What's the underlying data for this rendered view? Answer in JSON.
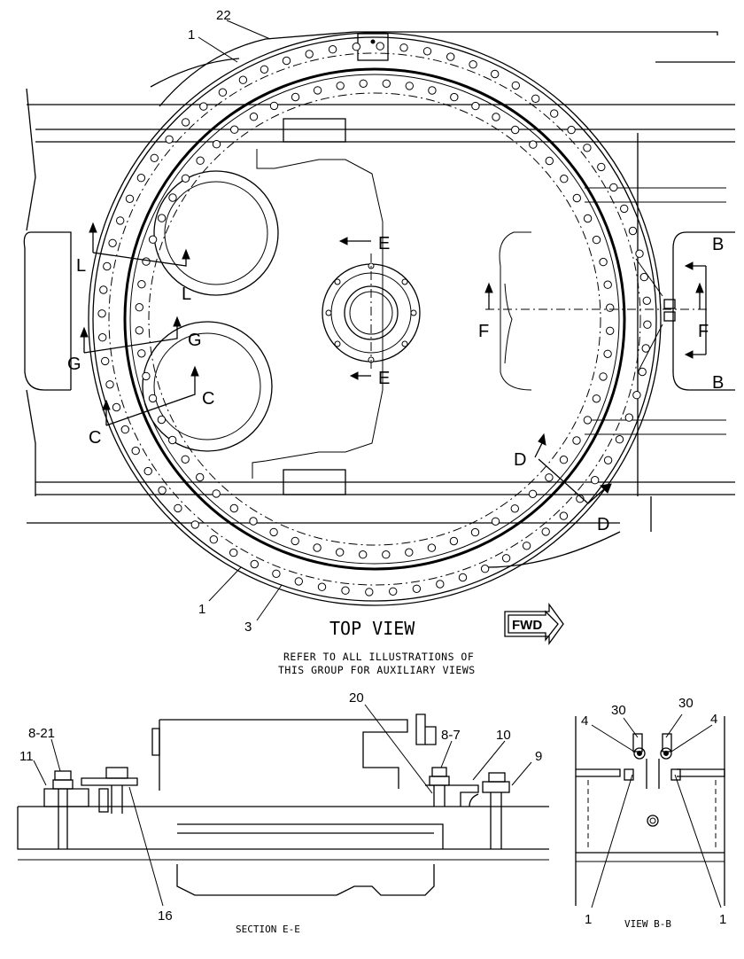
{
  "top_view": {
    "title": "TOP VIEW",
    "fwd_label": "FWD",
    "note_line1": "REFER TO ALL ILLUSTRATIONS OF",
    "note_line2": "THIS GROUP FOR AUXILIARY VIEWS",
    "callouts": {
      "c22": "22",
      "c1_top": "1",
      "c1_bottom": "1",
      "c3": "3"
    },
    "section_marks": {
      "E_top": "E",
      "E_bottom": "E",
      "L_left": "L",
      "L_right": "L",
      "G_left": "G",
      "G_right": "G",
      "C_left": "C",
      "C_right": "C",
      "D_top": "D",
      "D_bottom": "D",
      "F_left": "F",
      "F_right": "F",
      "B_top": "B",
      "B_bottom": "B"
    }
  },
  "section_ee": {
    "caption": "SECTION E-E",
    "callouts": {
      "c8_21": "8-21",
      "c11": "11",
      "c20": "20",
      "c8_7": "8-7",
      "c10": "10",
      "c9": "9",
      "c16": "16"
    }
  },
  "view_bb": {
    "caption": "VIEW B-B",
    "callouts": {
      "c4_left": "4",
      "c30_left": "30",
      "c30_right": "30",
      "c4_right": "4",
      "c1_left": "1",
      "c1_right": "1"
    }
  }
}
